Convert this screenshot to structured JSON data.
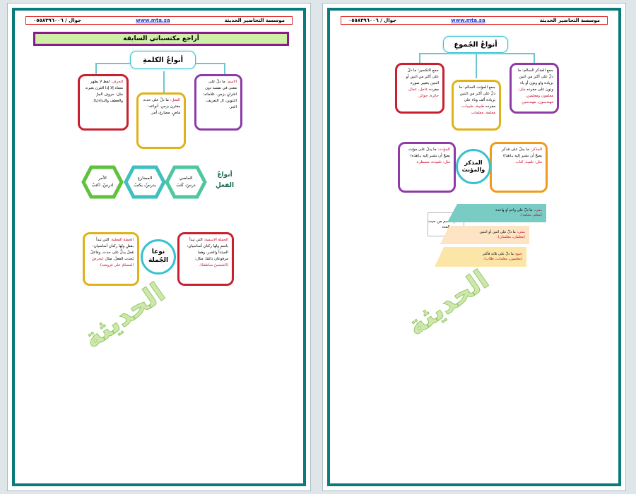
{
  "header": {
    "org": "موسسة التحاضير الحديثة",
    "site": "www.mta.sa",
    "phone": "جوال / ٠٥٥٨٣٩٦٠٠٦"
  },
  "left_page": {
    "banner": "أراجع مكتسباتي السابقة",
    "word_types": {
      "title": "أنواعُ الكلمةِ",
      "noun": {
        "term": "الاسم:",
        "text": "ما دلّ على معنى في نفسه دون اقترانٍ بزمن. علاماته: التنوين، ال التعريف، الجر."
      },
      "verb": {
        "term": "الفعل:",
        "text": "ما دلّ على حدث مقترن بزمن. أنواعه: ماضٍ، مضارع، أمر."
      },
      "particle": {
        "term": "الحرف:",
        "text": "لفظ لا يظهر معناه إلا إذا اقترن بغيره. مثل: حروف الجرّ والعطف والنداء(يا)."
      }
    },
    "verb_types": {
      "title": "أنواعُ الفعلِ",
      "items": [
        {
          "name": "الماضي",
          "example": "درسَ، كَتبَ"
        },
        {
          "name": "المضارع",
          "example": "يدرسُ، يكتبُ"
        },
        {
          "name": "الأمر",
          "example": "ادرسْ، اكتبْ"
        }
      ]
    },
    "sentence_types": {
      "title": "نوعا الجُملة",
      "nominal": {
        "term": "الجملة الاسمية:",
        "text": "التي تبدأ باسمٍ ولها ركنانِ أساسيانِ: المبتدأ والخبر، وهما مرفوعان دائمًا. مثال:",
        "example": "(الشمسُ ساطعةٌ)."
      },
      "verbal": {
        "term": "الجملة الفعلية:",
        "text": "التي تبدأ بفعلٍ ولها ركنانِ أساسيانِ: فعلٌ يدلُّ على حدث، وفاعلٌ يُحدث الفعلَ. مثال",
        "example": "(يحرصُ المسلمُ على فروضه)."
      }
    }
  },
  "right_page": {
    "plurals": {
      "title": "أنواعُ الجُموعِ",
      "masc": {
        "term": "جمع المذكر السالم:",
        "text": "ما دلّ على أكثر من اثنين بزيادة واو ونون أو ياء ونون على مفرده",
        "example": "مثل: معلمون ومعلمين، مهندسون، مهندسين."
      },
      "fem": {
        "term": "جمع المؤنث السالم:",
        "text": "ما دلّ على أكثر من اثنتين بزيادة ألف وتاء على مفرده",
        "example": "طبيبة، طبيبات، معلمة، معلمات."
      },
      "broken": {
        "term": "جمع التكسير:",
        "text": "ما دلّ على أكثر من اثنين أو اثنتين بتغيير صورة مفرده",
        "example": "عامل، عمال، جائزة، جوائز."
      }
    },
    "gender": {
      "title": "المذكر والمؤنث",
      "masc": {
        "term": "المذكر:",
        "text": "ما يدلّ على مُذكر يصحّ أن نشير إليه بـ(هذا)",
        "example": "مثل: تلميذ، كتاب."
      },
      "fem": {
        "term": "المؤنث:",
        "text": "ما يدلّ على مؤنث يصحّ أن نشير إليه بـ(هذه)",
        "example": "مثل: تلميذة، مسطرة."
      }
    },
    "number": {
      "title": "أقسام الاسم من حيث العدد",
      "items": [
        {
          "term": "مفرد:",
          "text": "ما دلّ على واحدٍ أو واحدة",
          "example": "(معلم، معلمة)."
        },
        {
          "term": "مثنى:",
          "text": "ما دلّ على اثنين أو اثنتين",
          "example": "(معلمان، معلمتان)."
        },
        {
          "term": "جمع:",
          "text": "ما دلّ على ثلاثة فأكثر",
          "example": "(معلمون، معلمات، طلاب)."
        }
      ]
    }
  },
  "watermark": "الحديثة",
  "colors": {
    "teal": "#0a7b7d",
    "red": "#c8202f",
    "purple": "#8e3aa7",
    "gold": "#e0b21a",
    "green": "#5fc23d",
    "cyan": "#39c1cf",
    "lime": "#cdf0a6",
    "banner_border": "#8b1a8b"
  }
}
